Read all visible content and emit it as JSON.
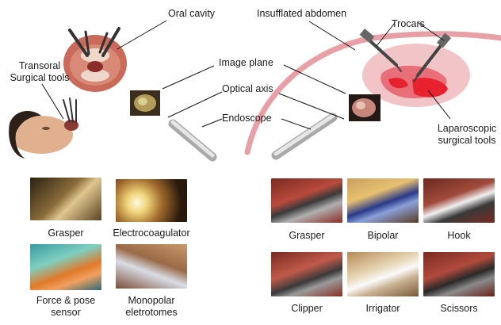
{
  "labels": {
    "oral_cavity": "Oral cavity",
    "insufflated_abdomen": "Insufflated abdomen",
    "trocars": "Trocars",
    "transoral_line1": "Transoral",
    "transoral_line2": "Surgical tools",
    "image_plane": "Image plane",
    "optical_axis": "Optical axis",
    "endoscope": "Endoscope",
    "laparoscopic_line1": "Laparoscopic",
    "laparoscopic_line2": "surgical tools"
  },
  "transoral_tools": [
    {
      "line1": "Grasper",
      "line2": ""
    },
    {
      "line1": "Electrocoagulator",
      "line2": ""
    },
    {
      "line1": "Force & pose",
      "line2": "sensor"
    },
    {
      "line1": "Monopolar",
      "line2": "eletrotomes"
    }
  ],
  "laparoscopic_tools": [
    {
      "label": "Grasper"
    },
    {
      "label": "Bipolar"
    },
    {
      "label": "Hook"
    },
    {
      "label": "Clipper"
    },
    {
      "label": "Irrigator"
    },
    {
      "label": "Scissors"
    }
  ],
  "colors": {
    "abdomen_outline": "#e7a1a6",
    "organ_pink": "#e86f7a",
    "organ_red": "#e8212e",
    "endoscope_gray": "#c8c8c8"
  }
}
